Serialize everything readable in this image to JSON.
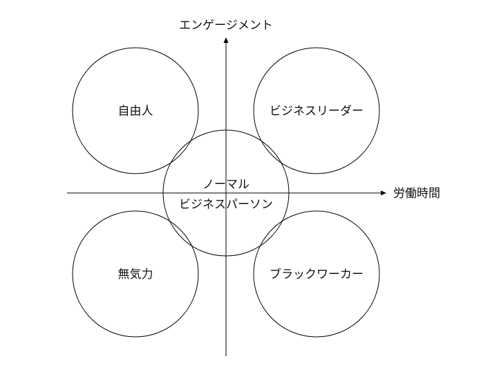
{
  "axes": {
    "y_label": "エンゲージメント",
    "x_label": "労働時間"
  },
  "quadrants": {
    "top_left": "自由人",
    "top_right": "ビジネスリーダー",
    "bottom_left": "無気力",
    "bottom_right": "ブラックワーカー"
  },
  "center": {
    "line1": "ノーマル",
    "line2": "ビジネスパーソン"
  }
}
